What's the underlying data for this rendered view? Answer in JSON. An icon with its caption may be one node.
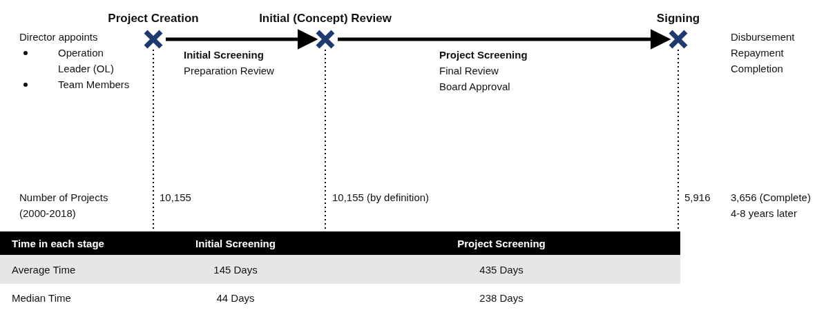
{
  "diagram": {
    "nodes": [
      {
        "text": [
          "Project Creation"
        ]
      },
      {
        "text": [
          "Initial (Concept) Review"
        ]
      },
      {
        "text": [
          "Signing"
        ]
      }
    ],
    "edges": [
      {
        "from": 0,
        "to": 1,
        "arrow": "to"
      },
      {
        "from": 1,
        "to": 2,
        "arrow": "to"
      }
    ],
    "labels": [
      "Director appoints",
      "Operation Leader (OL)",
      "Team Members",
      "Initial Screening",
      "Preparation Review",
      "Project Screening",
      "Final Review",
      "Board Approval",
      "Disbursement",
      "Repayment",
      "Completion",
      "Number of Projects (2000-2018)",
      "10,155",
      "10,155 (by definition)",
      "5,916",
      "3,656 (Complete)",
      "4-8 years later",
      "Time in each stage",
      "Initial Screening",
      "Project Screening",
      "Average Time",
      "145 Days",
      "435 Days",
      "Median Time",
      "44 Days",
      "238 Days"
    ]
  }
}
